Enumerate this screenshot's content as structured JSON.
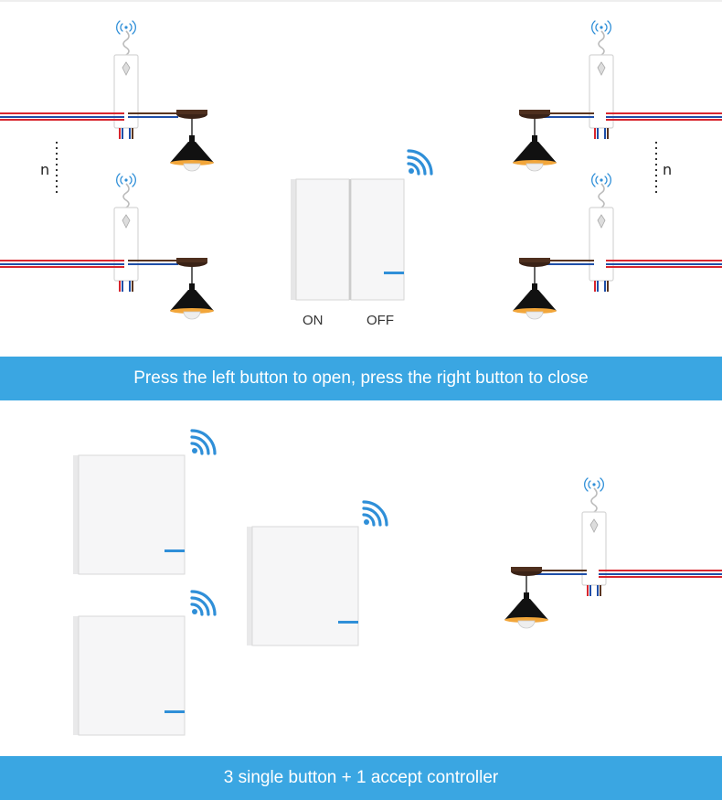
{
  "top_section": {
    "n_label_left": "n",
    "n_label_right": "n",
    "on_label": "ON",
    "off_label": "OFF",
    "banner_text": "Press the left button to open, press the right button to close"
  },
  "bottom_section": {
    "banner_text": "3 single button + 1 accept controller"
  },
  "colors": {
    "banner": "#3aa6e2",
    "wire_red": "#d8262e",
    "wire_blue": "#1f4fa8",
    "wire_brown": "#5a3520",
    "wifi_blue": "#2f8fd8",
    "led_blue": "#2f8fd8",
    "lamp_black": "#111111",
    "lamp_inner": "#f2a63a"
  }
}
